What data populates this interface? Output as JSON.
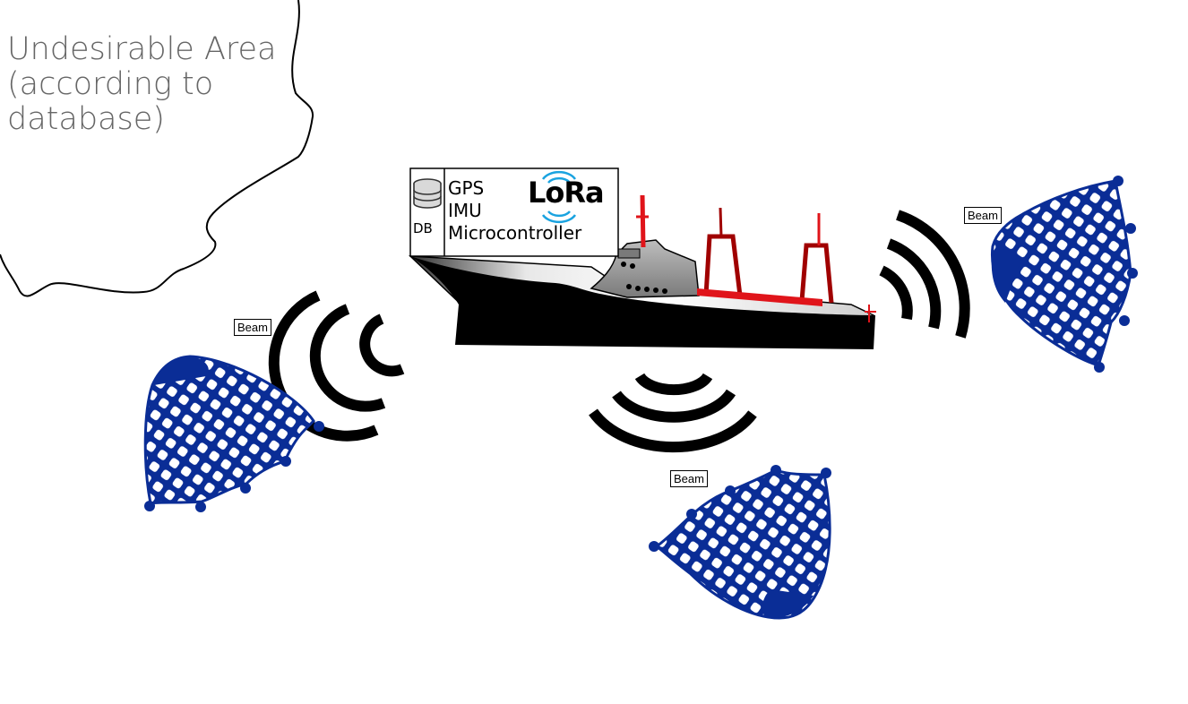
{
  "area": {
    "lines": [
      "Undesirable Area",
      "(according to",
      "database)"
    ]
  },
  "vessel": {
    "db_label": "DB",
    "components": [
      "GPS",
      "IMU",
      "Microcontroller"
    ],
    "radio_logo": "LoRa"
  },
  "beams": [
    {
      "label": "Beam"
    },
    {
      "label": "Beam"
    },
    {
      "label": "Beam"
    }
  ],
  "icons": {
    "database": "database-icon",
    "radio_waves": "wifi-signal-icon",
    "net": "fishing-net-icon",
    "ship": "trawler-ship-icon"
  },
  "colors": {
    "net": "#0a2d96",
    "hull": "#000000",
    "crane": "#a00000",
    "mast": "#e0141a",
    "lora_waves": "#1aa3e0",
    "area_text": "#666666"
  }
}
